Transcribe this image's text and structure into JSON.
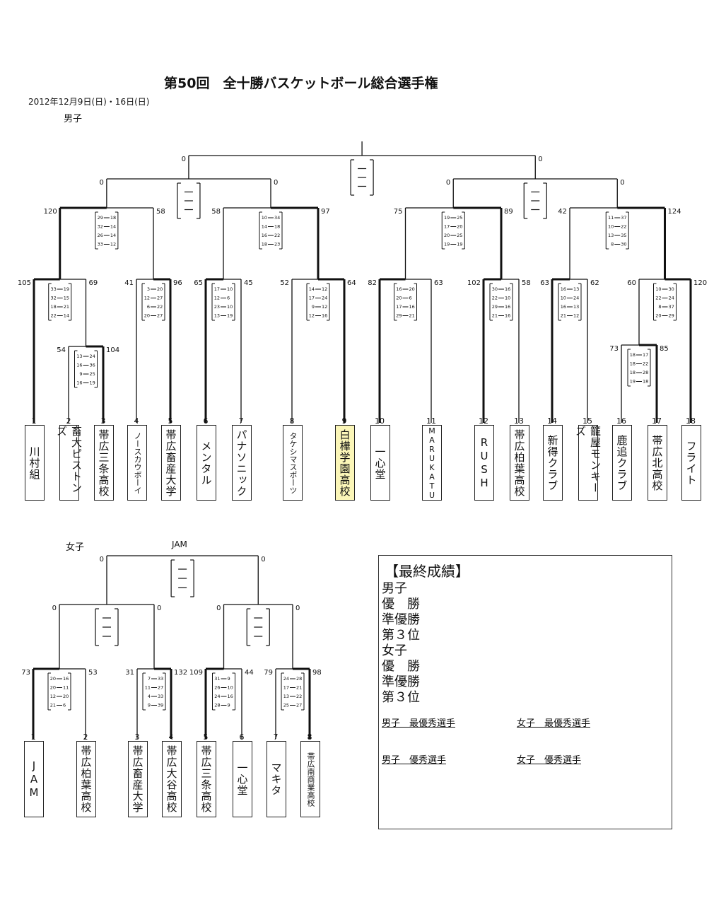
{
  "title": "第50回　全十勝バスケットボール総合選手権",
  "date": "2012年12月9日(日)・16日(日)",
  "men": {
    "label": "男子",
    "teams": [
      {
        "no": "1",
        "name": "川村組"
      },
      {
        "no": "2",
        "name": "畜大ピストンズ"
      },
      {
        "no": "3",
        "name": "帯広三条高校"
      },
      {
        "no": "4",
        "name": "ノースカウボーイ"
      },
      {
        "no": "5",
        "name": "帯広畜産大学"
      },
      {
        "no": "6",
        "name": "メンタル"
      },
      {
        "no": "7",
        "name": "パナソニック"
      },
      {
        "no": "8",
        "name": "タケシマスポーツ"
      },
      {
        "no": "9",
        "name": "白樺学園高校"
      },
      {
        "no": "10",
        "name": "一心堂"
      },
      {
        "no": "11",
        "name": "MARUKATU"
      },
      {
        "no": "12",
        "name": "RUSH"
      },
      {
        "no": "13",
        "name": "帯広柏葉高校"
      },
      {
        "no": "14",
        "name": "新得クラブ"
      },
      {
        "no": "15",
        "name": "籠屋モンキーズ"
      },
      {
        "no": "16",
        "name": "鹿追クラブ"
      },
      {
        "no": "17",
        "name": "帯広北高校"
      },
      {
        "no": "18",
        "name": "フライト"
      }
    ],
    "scores": {
      "r1_2v3": [
        "54",
        "104"
      ],
      "r1_16v17": [
        "73",
        "85"
      ],
      "r2_1v23": [
        "105",
        "69"
      ],
      "r2_4v5": [
        "41",
        "96"
      ],
      "r2_6v7": [
        "65",
        "45"
      ],
      "r2_8v9": [
        "52",
        "64"
      ],
      "r2_10v11": [
        "82",
        "63"
      ],
      "r2_12v13": [
        "102",
        "58"
      ],
      "r2_14v15": [
        "63",
        "62"
      ],
      "r2_1617v18": [
        "60",
        "120"
      ],
      "qf1": [
        "120",
        "58"
      ],
      "qf2": [
        "58",
        "97"
      ],
      "qf3": [
        "75",
        "89"
      ],
      "qf4": [
        "42",
        "124"
      ],
      "sf1": [
        "0",
        "0"
      ],
      "sf2": [
        "0",
        "0"
      ],
      "final": [
        "0",
        "0"
      ]
    },
    "quarters": {
      "r1_2v3": [
        [
          "13",
          "24"
        ],
        [
          "16",
          "36"
        ],
        [
          "9",
          "25"
        ],
        [
          "16",
          "19"
        ]
      ],
      "r1_16v17": [
        [
          "18",
          "17"
        ],
        [
          "18",
          "22"
        ],
        [
          "18",
          "28"
        ],
        [
          "19",
          "18"
        ]
      ],
      "r2_1v23": [
        [
          "33",
          "19"
        ],
        [
          "32",
          "15"
        ],
        [
          "18",
          "21"
        ],
        [
          "22",
          "14"
        ]
      ],
      "r2_4v5": [
        [
          "3",
          "20"
        ],
        [
          "12",
          "27"
        ],
        [
          "6",
          "22"
        ],
        [
          "20",
          "27"
        ]
      ],
      "r2_6v7": [
        [
          "17",
          "10"
        ],
        [
          "12",
          "6"
        ],
        [
          "23",
          "10"
        ],
        [
          "13",
          "19"
        ]
      ],
      "r2_8v9": [
        [
          "14",
          "12"
        ],
        [
          "17",
          "24"
        ],
        [
          "9",
          "12"
        ],
        [
          "12",
          "16"
        ]
      ],
      "r2_10v11": [
        [
          "16",
          "20"
        ],
        [
          "20",
          "6"
        ],
        [
          "17",
          "16"
        ],
        [
          "29",
          "21"
        ]
      ],
      "r2_12v13": [
        [
          "30",
          "16"
        ],
        [
          "22",
          "10"
        ],
        [
          "29",
          "16"
        ],
        [
          "21",
          "16"
        ]
      ],
      "r2_14v15": [
        [
          "16",
          "13"
        ],
        [
          "10",
          "24"
        ],
        [
          "16",
          "13"
        ],
        [
          "21",
          "12"
        ]
      ],
      "r2_1617v18": [
        [
          "10",
          "30"
        ],
        [
          "22",
          "24"
        ],
        [
          "8",
          "37"
        ],
        [
          "20",
          "29"
        ]
      ],
      "qf1": [
        [
          "29",
          "18"
        ],
        [
          "32",
          "14"
        ],
        [
          "26",
          "14"
        ],
        [
          "33",
          "12"
        ]
      ],
      "qf2": [
        [
          "10",
          "34"
        ],
        [
          "14",
          "18"
        ],
        [
          "16",
          "22"
        ],
        [
          "18",
          "23"
        ]
      ],
      "qf3": [
        [
          "19",
          "25"
        ],
        [
          "17",
          "20"
        ],
        [
          "20",
          "25"
        ],
        [
          "19",
          "19"
        ]
      ],
      "qf4": [
        [
          "11",
          "37"
        ],
        [
          "10",
          "22"
        ],
        [
          "13",
          "35"
        ],
        [
          "8",
          "30"
        ]
      ]
    }
  },
  "women": {
    "label": "女子",
    "champion_mark": "JAM",
    "teams": [
      {
        "no": "1",
        "name": "JAM"
      },
      {
        "no": "2",
        "name": "帯広柏葉高校"
      },
      {
        "no": "3",
        "name": "帯広畜産大学"
      },
      {
        "no": "4",
        "name": "帯広大谷高校"
      },
      {
        "no": "5",
        "name": "帯広三条高校"
      },
      {
        "no": "6",
        "name": "一心堂"
      },
      {
        "no": "7",
        "name": "マキタ"
      },
      {
        "no": "8",
        "name": "帯広南商業高校"
      }
    ],
    "scores": {
      "qf1": [
        "73",
        "53"
      ],
      "qf2": [
        "31",
        "132"
      ],
      "qf3": [
        "109",
        "44"
      ],
      "qf4": [
        "79",
        "98"
      ],
      "sf1": [
        "0",
        "0"
      ],
      "sf2": [
        "0",
        "0"
      ],
      "final": [
        "0",
        "0"
      ]
    },
    "quarters": {
      "qf1": [
        [
          "20",
          "16"
        ],
        [
          "20",
          "11"
        ],
        [
          "12",
          "20"
        ],
        [
          "21",
          "6"
        ]
      ],
      "qf2": [
        [
          "7",
          "33"
        ],
        [
          "11",
          "27"
        ],
        [
          "4",
          "33"
        ],
        [
          "9",
          "39"
        ]
      ],
      "qf3": [
        [
          "31",
          "9"
        ],
        [
          "26",
          "10"
        ],
        [
          "24",
          "16"
        ],
        [
          "28",
          "9"
        ]
      ],
      "qf4": [
        [
          "24",
          "28"
        ],
        [
          "17",
          "21"
        ],
        [
          "13",
          "22"
        ],
        [
          "25",
          "27"
        ]
      ]
    }
  },
  "final_results": {
    "heading": "【最終成績】",
    "rows": [
      "男子",
      "優　勝",
      "準優勝",
      "第３位",
      "女子",
      "優　勝",
      "準優勝",
      "第３位"
    ],
    "mvp_men": "男子　最優秀選手",
    "mvp_women": "女子　最優秀選手",
    "good_men": "男子　優秀選手",
    "good_women": "女子　優秀選手"
  },
  "colors": {
    "line": "#111111",
    "highlight": "#fbf6b8"
  }
}
